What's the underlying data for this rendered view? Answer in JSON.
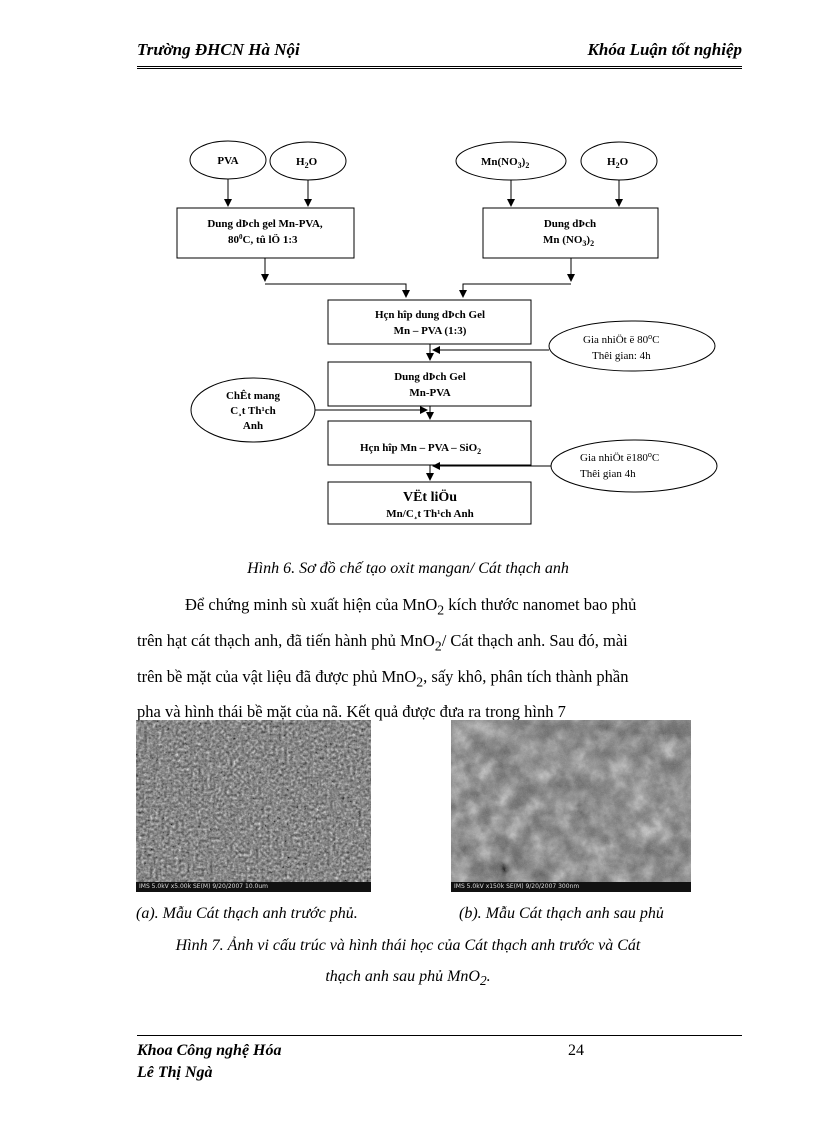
{
  "header": {
    "left": "Trường ĐHCN Hà Nội",
    "right": "Khóa Luận tốt nghiệp"
  },
  "figure6": {
    "nodes": {
      "pva": "PVA",
      "h2o_left": "H",
      "h2o_left_sub": "2",
      "h2o_left_tail": "O",
      "mnno3": "Mn(NO",
      "mnno3_sub1": "3",
      "mnno3_close": ")",
      "mnno3_sub2": "2",
      "h2o_right": "H",
      "h2o_right_sub": "2",
      "h2o_right_tail": "O",
      "gel_box_line1": "Dung dÞch gel Mn-PVA,",
      "gel_box_line2": "80",
      "gel_box_line2_sup": "0",
      "gel_box_line2_tail": "C, tû lÖ 1:3",
      "mn_sol_line1": "Dung dÞch",
      "mn_sol_line2": "Mn (NO",
      "mn_sol_line2_sub1": "3",
      "mn_sol_line2_close": ")",
      "mn_sol_line2_sub2": "2",
      "mix_line1": "Hçn hîp dung dÞch Gel",
      "mix_line2": "Mn – PVA (1:3)",
      "heat1_line1": "Gia nhiÖt ë 80",
      "heat1_line1_tail": "C",
      "heat1_line2": "Thêi gian: 4h",
      "gel_line1": "Dung dÞch Gel",
      "gel_line2": "Mn-PVA",
      "carrier_line1": "ChÊt mang",
      "carrier_line2": "C¸t Th¹ch",
      "carrier_line3": "Anh",
      "mix2": "Hçn hîp Mn – PVA – SiO",
      "mix2_sub": "2",
      "heat2_line1": "Gia nhiÖt ë180",
      "heat2_line1_tail": "C",
      "heat2_line2": "Thêi gian 4h",
      "final_line1": "VËt liÖu",
      "final_line2": "Mn/C¸t Th¹ch Anh"
    },
    "caption": "Hình 6. Sơ đồ chế tạo oxit mangan/ Cát thạch anh"
  },
  "paragraph": {
    "l1a": "Để chứng minh sù xuất hiện của MnO",
    "l1sub": "2",
    "l1b": " kích thước nanomet bao phủ",
    "l2a": "trên hạt cát thạch anh, đã tiến hành phủ MnO",
    "l2sub": "2",
    "l2b": "/ Cát thạch anh. Sau đó, mài",
    "l3a": "trên bề mặt của vật liệu đã được phủ MnO",
    "l3sub": "2",
    "l3b": ", sấy khô, phân tích thành phần",
    "l4": "pha và hình thái bề mặt của nã. Kết quả được đưa ra trong hình 7"
  },
  "figure7": {
    "left_image_label": "IMS 5.0kV x5.00k SE(M) 9/20/2007                              10.0um",
    "right_image_label": "IMS 5.0kV x150k SE(M) 9/20/2007                              300nm",
    "subcaption_a": "(a). Mẫu Cát thạch anh trước phủ.",
    "subcaption_b": "(b). Mẫu Cát thạch anh sau phủ",
    "caption_line1": "Hình 7.  Ảnh vi cấu trúc và hình thái học của Cát thạch anh trước và Cát",
    "caption_line2a": "thạch anh sau phủ MnO",
    "caption_line2sub": "2",
    "caption_line2b": "."
  },
  "footer": {
    "dept": "Khoa Công nghệ Hóa",
    "author": "Lê Thị Ngà",
    "page": "24"
  },
  "colors": {
    "text": "#000000",
    "sem_gray": "#555555"
  }
}
